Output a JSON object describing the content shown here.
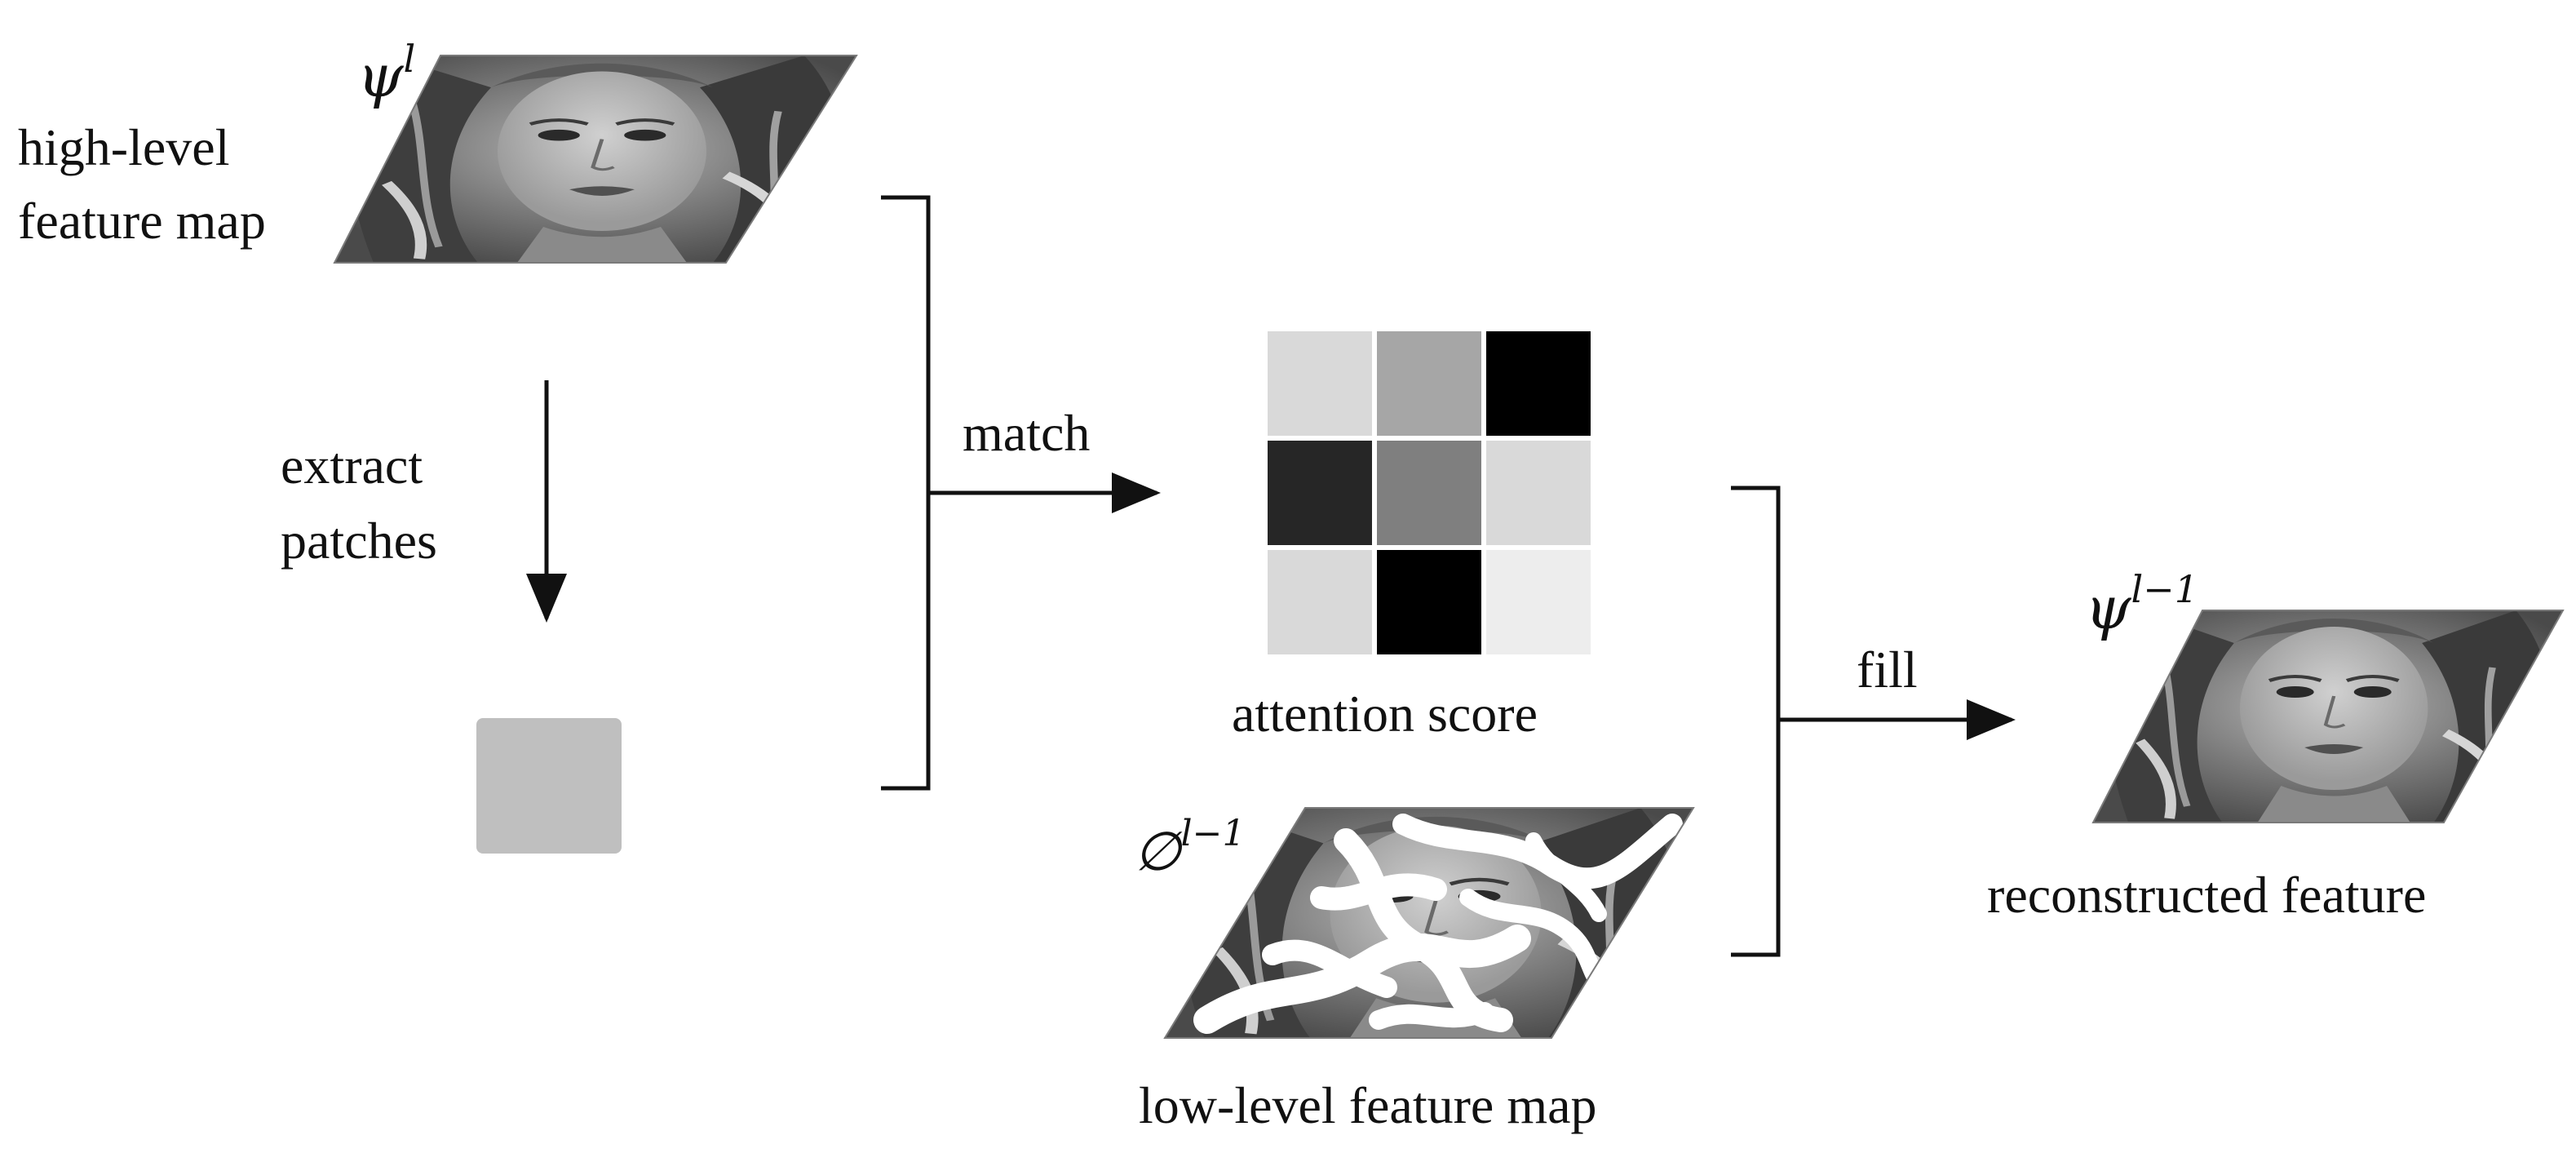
{
  "labels": {
    "high_level_symbol": "ψ",
    "high_level_superscript": "l",
    "high_level_line1": "high-level",
    "high_level_line2": "feature map",
    "extract_line1": "extract",
    "extract_line2": "patches",
    "match": "match",
    "attention_score": "attention score",
    "low_level_symbol": "∅",
    "low_level_superscript": "l−1",
    "low_level_caption": "low-level feature map",
    "fill": "fill",
    "reconstructed_symbol": "ψ",
    "reconstructed_superscript": "l−1",
    "reconstructed_caption": "reconstructed feature"
  },
  "attention_grid": {
    "rows": 3,
    "cols": 3,
    "cells": [
      "#d9d9d9",
      "#a6a6a6",
      "#000000",
      "#262626",
      "#7f7f7f",
      "#d9d9d9",
      "#d9d9d9",
      "#000000",
      "#ededed"
    ]
  },
  "colors": {
    "patch": "#bfbfbf",
    "line": "#111111"
  },
  "icons": {
    "high_level_map": "face-image-parallelogram",
    "low_level_map": "masked-face-image-parallelogram",
    "reconstructed_map": "face-image-parallelogram",
    "extracted_patch": "gray-square"
  }
}
